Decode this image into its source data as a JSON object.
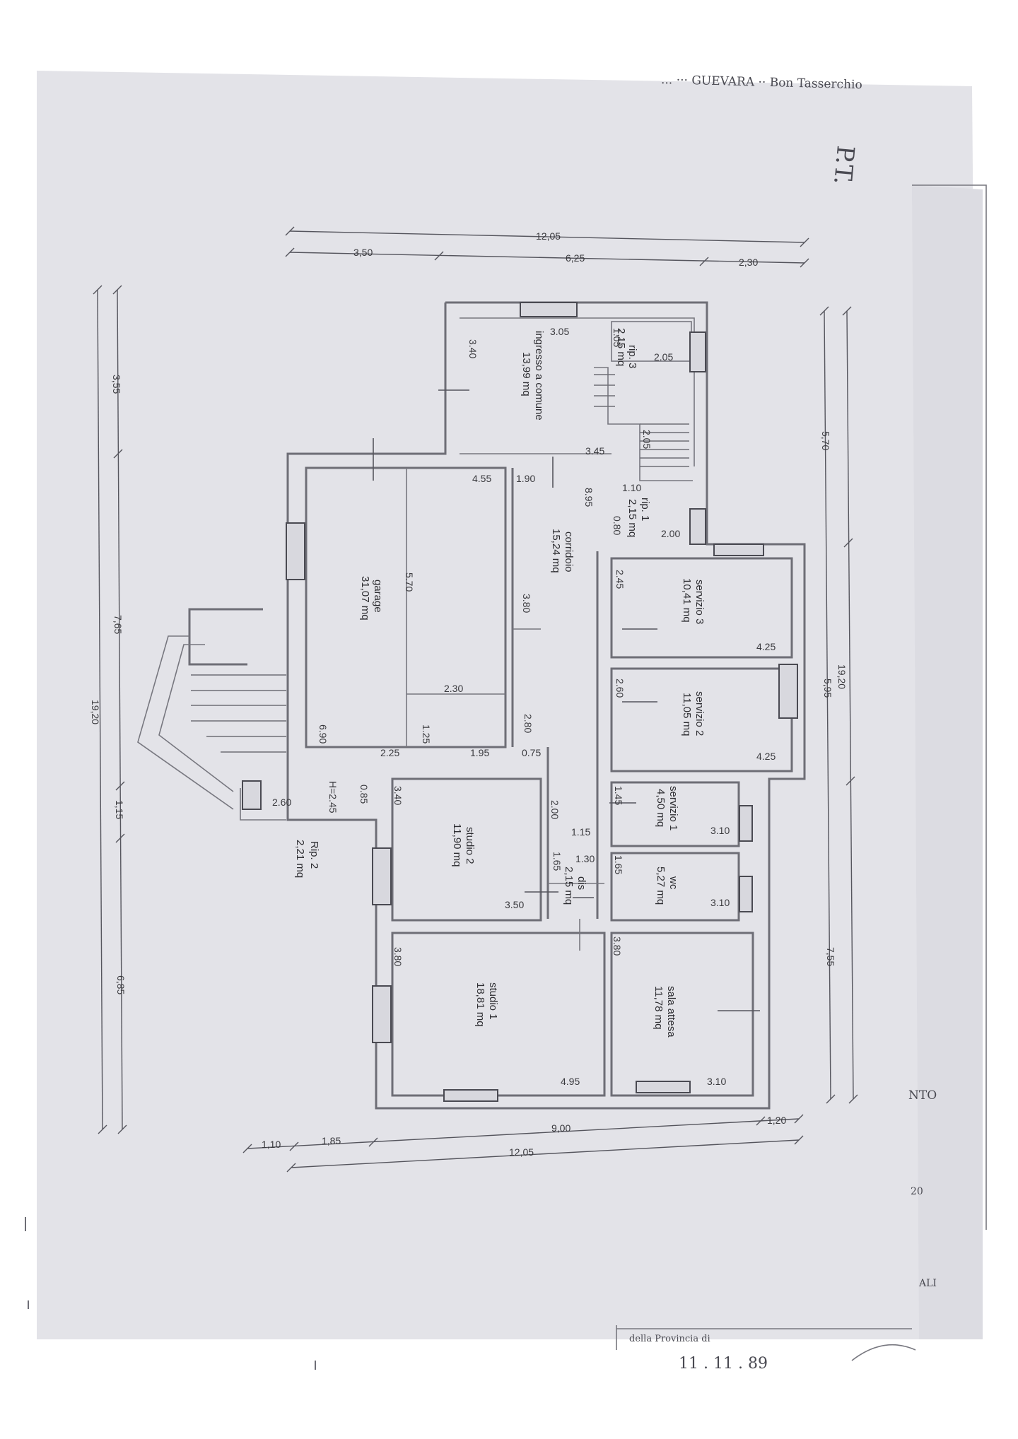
{
  "header": {
    "handwritten_title": "... ··· GUEVARA  ··  Bon Tasserchio",
    "floor_label": "P.T."
  },
  "dimensions": {
    "top_total": "12,05",
    "top_left": "3,50",
    "top_mid": "6,25",
    "top_right": "2,30",
    "left_total": "19,20",
    "left_a": "3,55",
    "left_b": "7,65",
    "left_c": "1,15",
    "left_d": "6,85",
    "right_total": "19,20",
    "right_a": "5,70",
    "right_b": "5,95",
    "right_c": "7,55",
    "bottom_total": "12,05",
    "bottom_a": "1,10",
    "bottom_b": "1,85",
    "bottom_c": "9,00",
    "bottom_d": "1,20"
  },
  "rooms": {
    "ingresso": {
      "name": "ingresso a comune",
      "area": "13,99 mq",
      "dim1": "3.05",
      "dim2": "3.40",
      "dim3": "3.45"
    },
    "rip3": {
      "name": "rip. 3",
      "area": "2,15 mq",
      "dim1": "1.05",
      "dim2": "2.05",
      "dim3": "2.05"
    },
    "garage": {
      "name": "garage",
      "area": "31,07 mq",
      "dim1": "5.70",
      "dim2": "6.90",
      "dim3": "2.25",
      "dim4": "2.30",
      "dim5": "1.25",
      "dim6": "1.95",
      "dim7": "4.55"
    },
    "corridoio": {
      "name": "corridoio",
      "area": "15,24 mq",
      "dim1": "1.90",
      "dim2": "8.95",
      "dim3": "3.80",
      "dim4": "2.80",
      "dim5": "0.75"
    },
    "rip1": {
      "name": "rip. 1",
      "area": "2,15 mq",
      "dim1": "1.10",
      "dim2": "0.80",
      "dim3": "2.00"
    },
    "servizio3": {
      "name": "servizio 3",
      "area": "10,41 mq",
      "dim1": "2.45",
      "dim2": "4.25"
    },
    "servizio2": {
      "name": "servizio 2",
      "area": "11,05 mq",
      "dim1": "2.60",
      "dim2": "4.25"
    },
    "servizio1": {
      "name": "servizio 1",
      "area": "4,50 mq",
      "dim1": "1.45",
      "dim2": "3.10"
    },
    "studio2": {
      "name": "studio 2",
      "area": "11,90 mq",
      "dim1": "3.40",
      "dim2": "3.50",
      "dim3": "2.00",
      "dim4": "1.15"
    },
    "dis": {
      "name": "dis",
      "area": "2,15 mq",
      "dim1": "1.65",
      "dim2": "1.30"
    },
    "wc": {
      "name": "wc",
      "area": "5,27 mq",
      "dim1": "1.65",
      "dim2": "3.10"
    },
    "rip2": {
      "name": "Rip. 2",
      "area": "2,21 mq",
      "dim1": "2.60",
      "dim2": "H=2.45",
      "dim3": "0.85"
    },
    "studio1": {
      "name": "studio 1",
      "area": "18,81 mq",
      "dim1": "3.80",
      "dim2": "4.95"
    },
    "sala": {
      "name": "sala attesa",
      "area": "11,78 mq",
      "dim1": "3.80",
      "dim2": "3.10"
    }
  },
  "side_fragments": {
    "nto": "NTO",
    "num": "20",
    "ali": "ALI"
  },
  "stamp": {
    "line1": "della  Provincia  di",
    "date": "11 . 11 . 89"
  },
  "colors": {
    "paper": "#e3e3e8",
    "ink": "#3a3a3e"
  }
}
